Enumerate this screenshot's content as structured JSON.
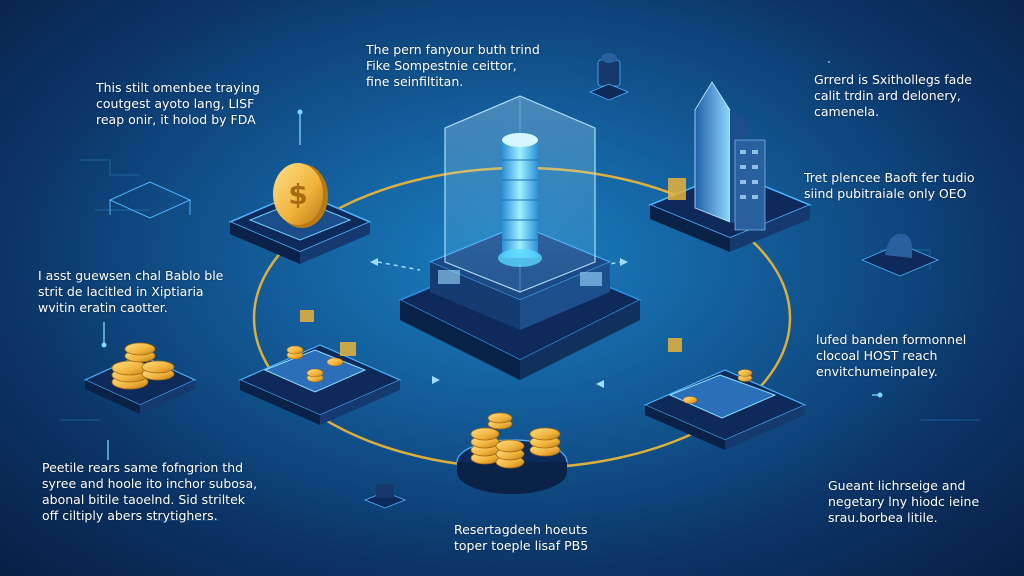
{
  "colors": {
    "background_center": "#1a7fc0",
    "background_edge": "#081f45",
    "ring": "#e8b33a",
    "glow": "#59d4ff",
    "platform_dark": "#0e2a5a",
    "coin_gold": "#f0b23a"
  },
  "icons": [
    "coin-icon",
    "coin-stack-icon",
    "skyscraper-icon",
    "server-tower-icon",
    "camera-icon",
    "hand-icon"
  ],
  "labels": {
    "top_center": {
      "line1": "The pern fanyour buth trind",
      "line2": "Fike Sompestnie ceittor,",
      "line3": "fine seinfiltitan."
    },
    "top_left": {
      "line1": "This stilt omenbee traying",
      "line2": "coutgest ayoto lang, LISF",
      "line3": "reap onir, it holod by FDA"
    },
    "top_right": {
      "line1": "Grrerd is Sxithollegs fade",
      "line2": "calit trdin ard delonery,",
      "line3": "camenela."
    },
    "mid_right": {
      "line1": "Tret plencee Baoft fer tudio",
      "line2": "siind pubitraiale only OEO"
    },
    "mid_left": {
      "line1": "I asst guewsen chal Bablo ble",
      "line2": "strit de lacitled in Xiptiaria",
      "line3": "wvitin eratin caotter."
    },
    "lower_right": {
      "line1": "lufed banden formonnel",
      "line2": "clocoal HOST reach",
      "line3": "envitchumeinpaley."
    },
    "bottom_left": {
      "line1": "Peetile rears same fofngrion thd",
      "line2": "syree and hoole ito inchor subosa,",
      "line3": "abonal bitile taoelnd. Sid striltek",
      "line4": "off ciltiply abers strytighers."
    },
    "bottom_center": {
      "line1": "Resertagdeeh hoeuts",
      "line2": "toper toeple lisaf PB5"
    },
    "bottom_right": {
      "line1": "Gueant lichrseige and",
      "line2": "negetary lny hiodc ieine",
      "line3": "srau.borbea litile."
    }
  }
}
